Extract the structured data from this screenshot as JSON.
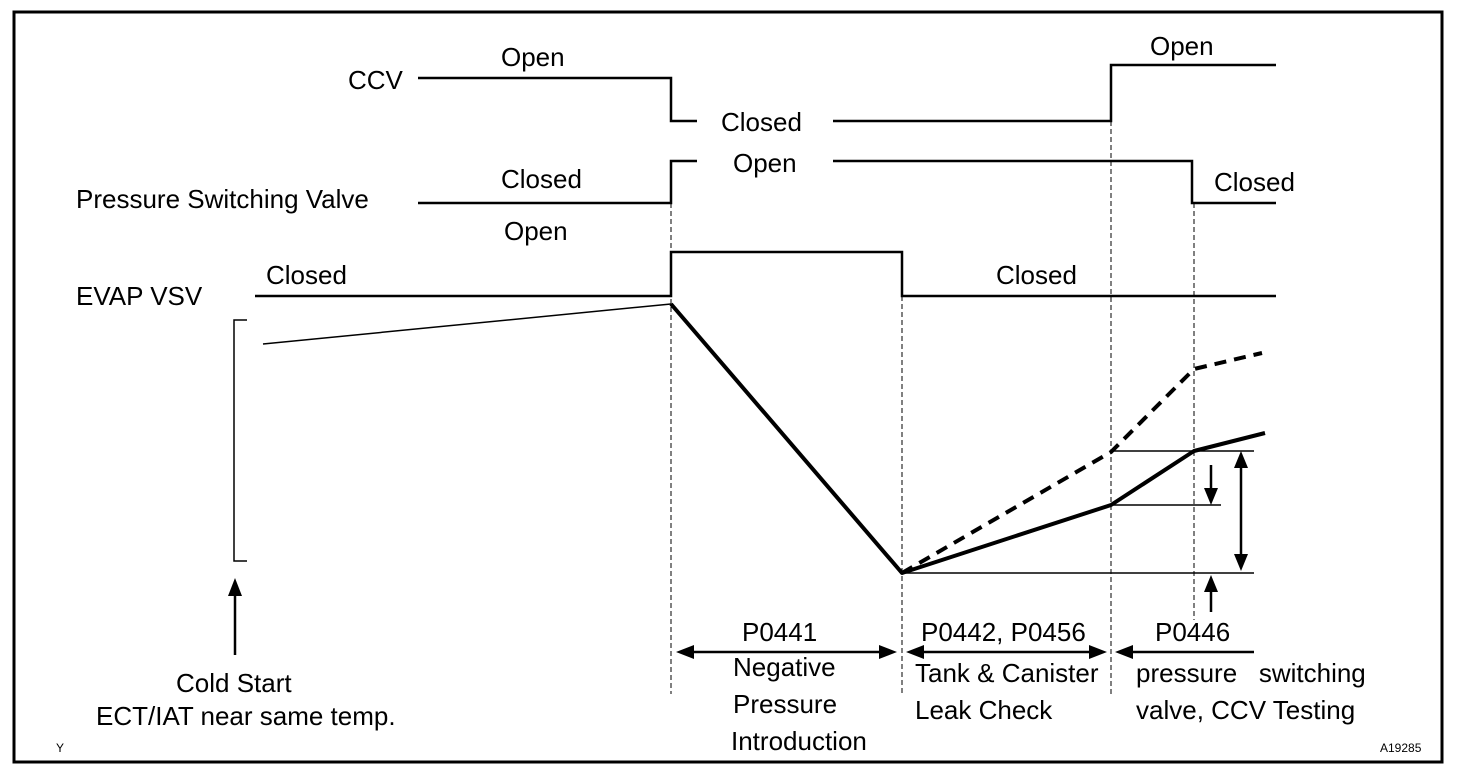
{
  "signals": {
    "ccv": {
      "name": "CCV",
      "state_open_1": "Open",
      "state_closed": "Closed",
      "state_open_2": "Open"
    },
    "psv": {
      "name": "Pressure Switching Valve",
      "state_closed_1": "Closed",
      "state_open": "Open",
      "state_closed_2": "Closed"
    },
    "evap": {
      "name": "EVAP VSV",
      "state_closed_1": "Closed",
      "state_open": "Open",
      "state_closed_2": "Closed"
    }
  },
  "phases": [
    {
      "code": "P0441",
      "line1": "Negative",
      "line2": "Pressure",
      "line3": "Introduction"
    },
    {
      "code": "P0442, P0456",
      "line1": "Tank & Canister",
      "line2": "Leak Check"
    },
    {
      "code": "P0446",
      "line1": "pressure   switching",
      "line2": "valve, CCV Testing"
    }
  ],
  "start": {
    "line1": "Cold Start",
    "line2": "ECT/IAT near same temp."
  },
  "corner_left": "Y",
  "figure_id": "A19285"
}
